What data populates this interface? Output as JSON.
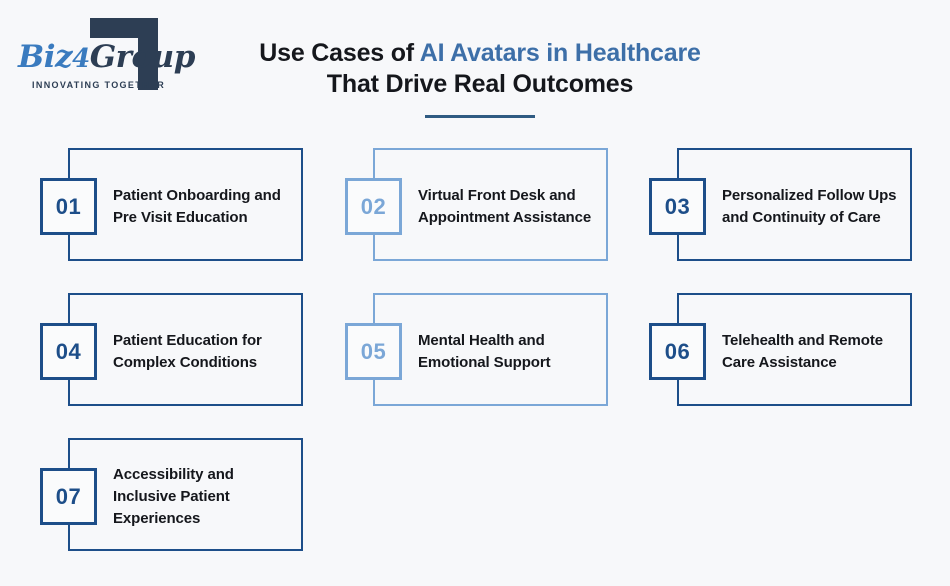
{
  "logo": {
    "word_part1": "Biz",
    "word_part2": "4",
    "word_part3": "Group",
    "tagline": "INNOVATING TOGETHER",
    "brand_blue": "#3a7bbf",
    "brand_navy": "#2d3e54"
  },
  "header": {
    "title_line1_plain": "Use Cases of ",
    "title_line1_accent": "AI Avatars in Healthcare",
    "title_line2": "That Drive Real Outcomes",
    "accent_color": "#3d6fa8",
    "rule_color": "#2f5b82"
  },
  "theme": {
    "background": "#f7f8fa",
    "dark_blue": "#1d4e89",
    "light_blue": "#7ba7d7",
    "text_color": "#15171c"
  },
  "cards": [
    {
      "number": "01",
      "label": "Patient Onboarding and Pre Visit Education",
      "tone": "dark"
    },
    {
      "number": "02",
      "label": "Virtual Front Desk and Appointment Assistance",
      "tone": "light"
    },
    {
      "number": "03",
      "label": "Personalized Follow Ups and Continuity of Care",
      "tone": "dark"
    },
    {
      "number": "04",
      "label": "Patient Education for Complex Conditions",
      "tone": "dark"
    },
    {
      "number": "05",
      "label": "Mental Health and Emotional Support",
      "tone": "light"
    },
    {
      "number": "06",
      "label": "Telehealth and Remote Care Assistance",
      "tone": "dark"
    },
    {
      "number": "07",
      "label": "Accessibility and Inclusive Patient Experiences",
      "tone": "dark"
    }
  ]
}
